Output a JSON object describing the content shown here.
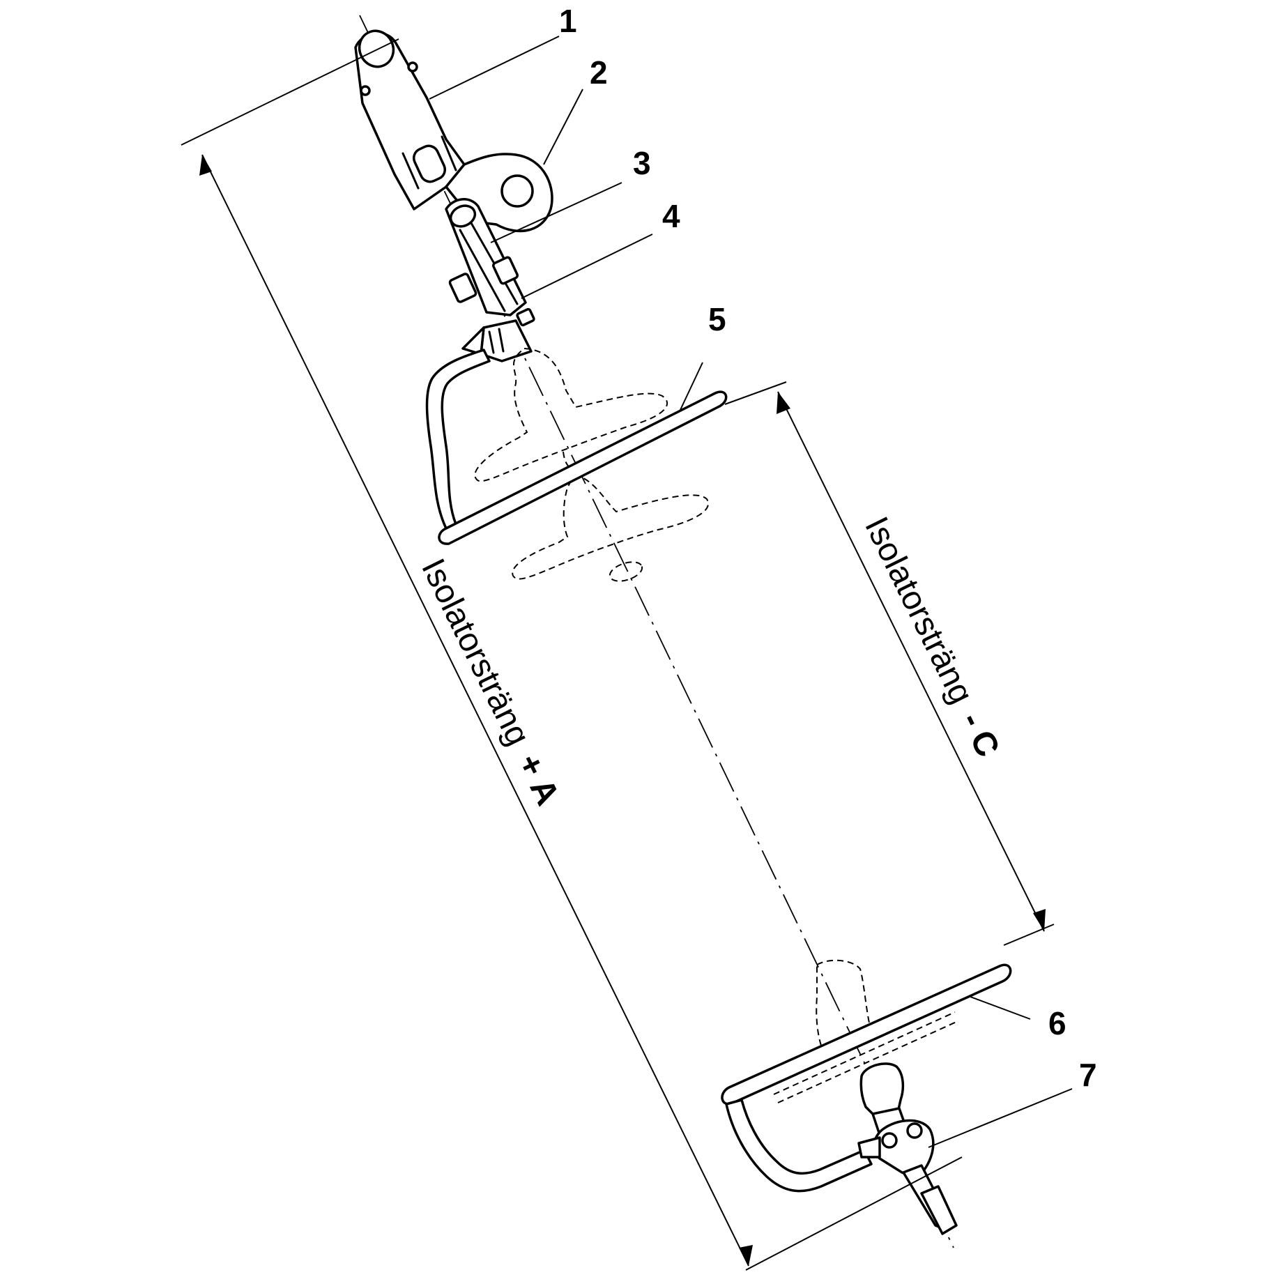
{
  "callouts": [
    {
      "id": "1",
      "text": "1"
    },
    {
      "id": "2",
      "text": "2"
    },
    {
      "id": "3",
      "text": "3"
    },
    {
      "id": "4",
      "text": "4"
    },
    {
      "id": "5",
      "text": "5"
    },
    {
      "id": "6",
      "text": "6"
    },
    {
      "id": "7",
      "text": "7"
    }
  ],
  "dimensions": {
    "a": {
      "label": "Isolatorsträng",
      "suffix": "+ A"
    },
    "c": {
      "label": "Isolatorsträng",
      "suffix": "- C"
    }
  }
}
